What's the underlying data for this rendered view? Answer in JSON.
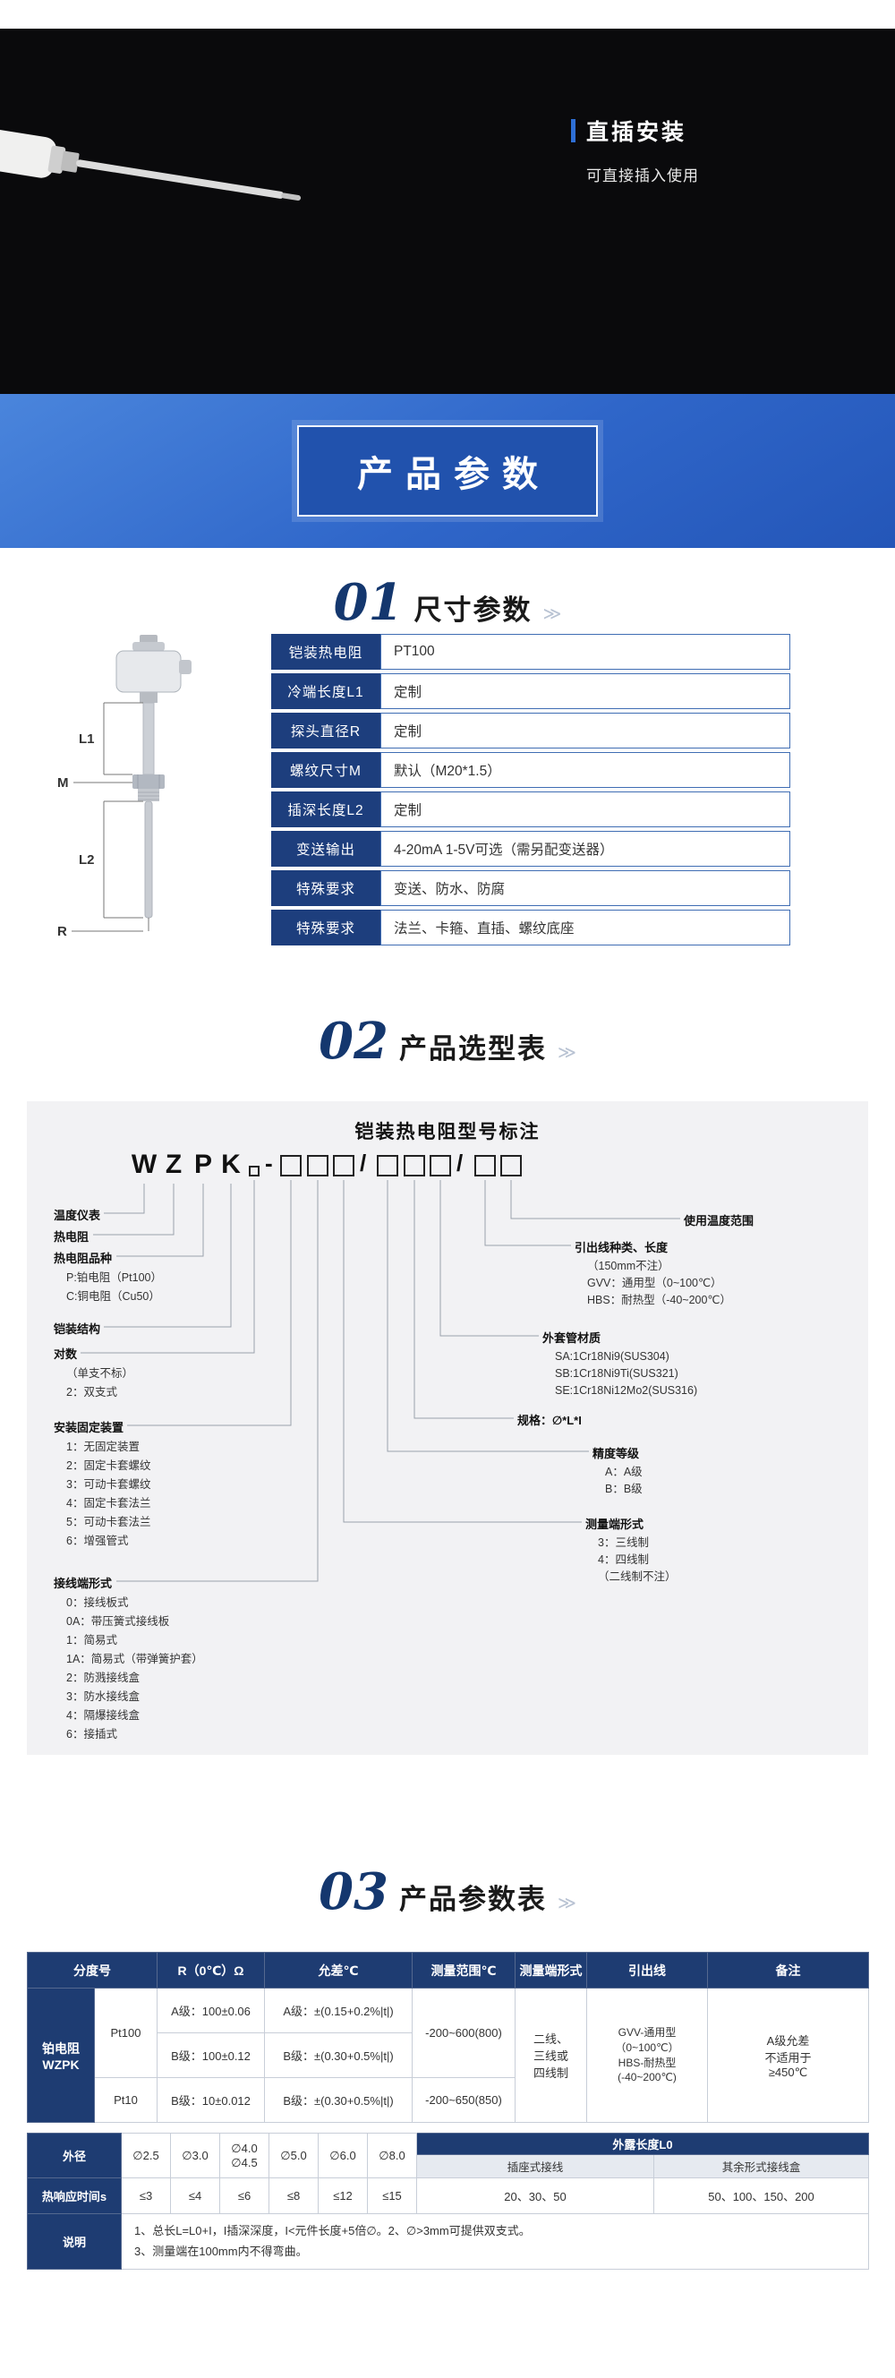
{
  "hero": {
    "feature_title": "直插安装",
    "feature_subtitle": "可直接插入使用"
  },
  "banner": {
    "title": "产品参数"
  },
  "section1": {
    "num": "01",
    "title": "尺寸参数",
    "arrow": "≫"
  },
  "section2": {
    "num": "02",
    "title": "产品选型表",
    "arrow": "≫"
  },
  "section3": {
    "num": "03",
    "title": "产品参数表",
    "arrow": "≫"
  },
  "diagram": {
    "labels": {
      "l1": "L1",
      "m": "M",
      "l2": "L2",
      "r": "R"
    }
  },
  "spec_table": {
    "rows": [
      {
        "label": "铠装热电阻",
        "value": "PT100"
      },
      {
        "label": "冷端长度L1",
        "value": "定制"
      },
      {
        "label": "探头直径R",
        "value": "定制"
      },
      {
        "label": "螺纹尺寸M",
        "value": "默认（M20*1.5）"
      },
      {
        "label": "插深长度L2",
        "value": "定制"
      },
      {
        "label": "变送输出",
        "value": "4-20mA 1-5V可选（需另配变送器）"
      },
      {
        "label": "特殊要求",
        "value": "变送、防水、防腐"
      },
      {
        "label": "特殊要求",
        "value": "法兰、卡箍、直插、螺纹底座"
      }
    ]
  },
  "model_chart": {
    "title": "铠装热电阻型号标注",
    "letters": [
      "W",
      "Z",
      "P",
      "K"
    ],
    "dash": "-",
    "slash1": "/",
    "slash2": "/",
    "left_groups": [
      {
        "label": "温度仪表",
        "items": []
      },
      {
        "label": "热电阻",
        "items": []
      },
      {
        "label": "热电阻品种",
        "items": [
          "P:铂电阻（Pt100）",
          "C:铜电阻（Cu50）"
        ]
      },
      {
        "label": "铠装结构",
        "items": []
      },
      {
        "label": "对数",
        "items": [
          "（单支不标）",
          "2：双支式"
        ]
      },
      {
        "label": "安装固定装置",
        "items": [
          "1：无固定装置",
          "2：固定卡套螺纹",
          "3：可动卡套螺纹",
          "4：固定卡套法兰",
          "5：可动卡套法兰",
          "6：增强管式"
        ]
      },
      {
        "label": "接线端形式",
        "items": [
          "0：接线板式",
          "0A：带压簧式接线板",
          "1：简易式",
          "1A：简易式（带弹簧护套）",
          "2：防溅接线盒",
          "3：防水接线盒",
          "4：隔爆接线盒",
          "6：接插式"
        ]
      }
    ],
    "right_groups": [
      {
        "label": "使用温度范围",
        "items": []
      },
      {
        "label": "引出线种类、长度",
        "items": [
          "（150mm不注）",
          "GVV：通用型（0~100℃）",
          "HBS：耐热型（-40~200℃）"
        ]
      },
      {
        "label": "外套管材质",
        "items": [
          "SA:1Cr18Ni9(SUS304)",
          "SB:1Cr18Ni9Ti(SUS321)",
          "SE:1Cr18Ni12Mo2(SUS316)"
        ]
      },
      {
        "label": "规格：∅*L*I",
        "items": []
      },
      {
        "label": "精度等级",
        "items": [
          "A：A级",
          "B：B级"
        ]
      },
      {
        "label": "测量端形式",
        "items": [
          "3：三线制",
          "4：四线制",
          "（二线制不注）"
        ]
      }
    ]
  },
  "param_table": {
    "headers": [
      "分度号",
      "R（0℃）Ω",
      "允差℃",
      "测量范围℃",
      "测量端形式",
      "引出线",
      "备注"
    ],
    "row_label": "铂电阻\nWZPK",
    "pt100": "Pt100",
    "pt100_r_a": "A级：100±0.06",
    "pt100_r_b": "B级：100±0.12",
    "tol_a": "A级：±(0.15+0.2%|t|)",
    "tol_b": "B级：±(0.30+0.5%|t|)",
    "range_pt100": "-200~600(800)",
    "pt10": "Pt10",
    "pt10_r": "B级：10±0.012",
    "pt10_tol": "B级：±(0.30+0.5%|t|)",
    "range_pt10": "-200~650(850)",
    "wiring": "二线、\n三线或\n四线制",
    "leads": "GVV-通用型\n（0~100℃）\nHBS-耐热型\n(-40~200℃)",
    "note": "A级允差\n不适用于\n≥450℃"
  },
  "size_table": {
    "dia_label": "外径",
    "diameters": [
      "∅2.5",
      "∅3.0",
      "∅4.0\n∅4.5",
      "∅5.0",
      "∅6.0",
      "∅8.0"
    ],
    "l0_header": "外露长度L0",
    "l0_sub1": "插座式接线",
    "l0_sub2": "其余形式接线盒",
    "resp_label": "热响应时间s",
    "resp_values": [
      "≤3",
      "≤4",
      "≤6",
      "≤8",
      "≤12",
      "≤15"
    ],
    "l0_v1": "20、30、50",
    "l0_v2": "50、100、150、200",
    "note_label": "说明",
    "note_text": "1、总长L=L0+I，I插深深度，I<元件长度+5倍∅。2、∅>3mm可提供双支式。\n3、测量端在100mm内不得弯曲。"
  }
}
